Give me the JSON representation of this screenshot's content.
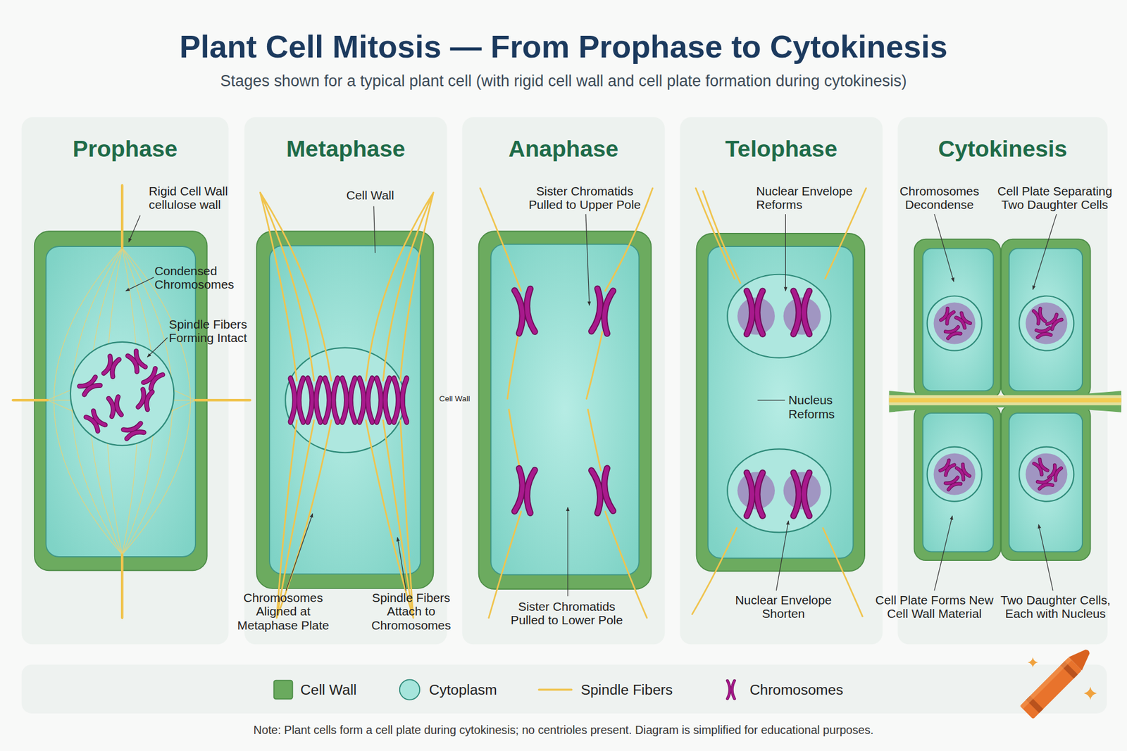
{
  "diagram": {
    "title": "Plant Cell Mitosis — From Prophase to Cytokinesis",
    "caption": "Stages shown for a typical plant cell (with rigid cell wall and cell plate formation during cytokinesis)",
    "nodes": [
      {
        "text": [
          "Prophase"
        ]
      },
      {
        "text": [
          "Metaphase"
        ]
      },
      {
        "text": [
          "Anaphase"
        ]
      },
      {
        "text": [
          "Telophase"
        ]
      },
      {
        "text": [
          "Cytokinesis"
        ]
      }
    ],
    "labels": [
      "Rigid Cell Wall cellulose wall",
      "Condensed Chromosomes",
      "Spindle Fibers Forming Intact",
      "Cell Wall",
      "Chromosomes Aligned at Metaphase Plate",
      "Spindle Fibers Attach to Chromosomes",
      "Cell Wall",
      "Sister Chromatids Pulled to Upper Pole",
      "Sister Chromatids Pulled to Lower Pole",
      "Nuclear Envelope Reforms",
      "Nucleus Reforms",
      "Nuclear Envelope Shorten",
      "Chromosomes Decondense",
      "Cell Plate Separating Two Daughter Cells",
      "Cell Plate Forms New Cell Wall Material",
      "Two Daughter Cells, Each with Nucleus",
      "Note: Plant cells form a cell plate during cytokinesis; no centrioles present. Diagram is simplified for educational purposes."
    ],
    "legend": [
      {
        "text": "Cell Wall",
        "color": "#6aaa5e"
      },
      {
        "text": "Cytoplasm",
        "color": "#a6e5dc"
      },
      {
        "text": "Spindle Fibers"
      },
      {
        "text": "Chromosomes"
      }
    ]
  }
}
